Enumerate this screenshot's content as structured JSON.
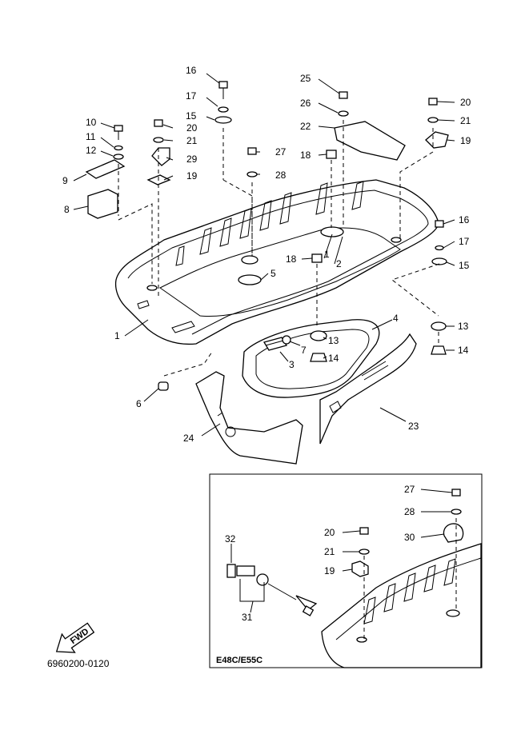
{
  "callouts": {
    "c16a": "16",
    "c17a": "17",
    "c15a": "15",
    "c10": "10",
    "c11": "11",
    "c12": "12",
    "c9": "9",
    "c8": "8",
    "c20a": "20",
    "c21a": "21",
    "c29": "29",
    "c19a": "19",
    "c27a": "27",
    "c28a": "28",
    "c25": "25",
    "c26": "26",
    "c22": "22",
    "c18a": "18",
    "c20b": "20",
    "c21b": "21",
    "c19b": "19",
    "c16b": "16",
    "c17b": "17",
    "c15b": "15",
    "c18b": "18",
    "c1a": "1",
    "c2": "2",
    "c5": "5",
    "c1b": "1",
    "c7": "7",
    "c3": "3",
    "c13a": "13",
    "c14a": "14",
    "c4": "4",
    "c13b": "13",
    "c14b": "14",
    "c6": "6",
    "c23": "23",
    "c24": "24",
    "c27b": "27",
    "c28b": "28",
    "c30": "30",
    "c20c": "20",
    "c21c": "21",
    "c19c": "19",
    "c32": "32",
    "c31": "31"
  },
  "inset": {
    "model_label": "E48C/E55C"
  },
  "fwd_badge": "FWD",
  "figure_code": "6960200-0120"
}
